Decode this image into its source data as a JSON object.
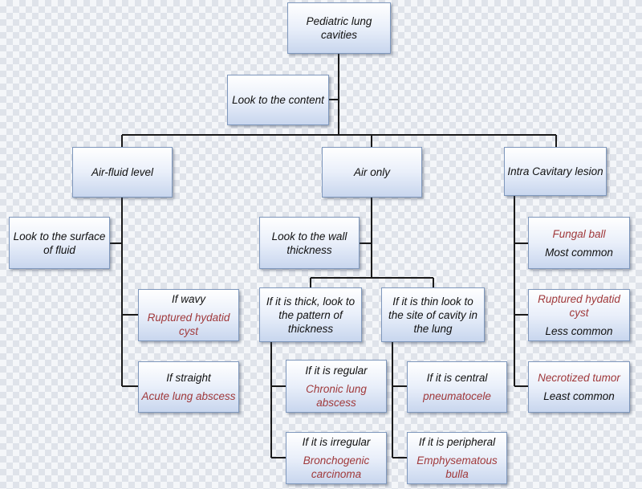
{
  "colors": {
    "text": "#111111",
    "highlight": "#a0393b",
    "box_border": "#7f98bd",
    "connector": "#1a1a1a"
  },
  "nodes": {
    "root": "Pediatric lung cavities",
    "look_content": "Look to the content",
    "air_fluid": "Air-fluid level",
    "air_only": "Air only",
    "intra_cavitary": "Intra Cavitary lesion",
    "surface_fluid": "Look to the surface of fluid",
    "wall_thickness": "Look to the wall thickness",
    "fungal_ball": {
      "finding": "Fungal ball",
      "note": "Most common"
    },
    "wavy": {
      "condition": "If wavy",
      "finding": "Ruptured hydatid cyst"
    },
    "thick": "If it is thick, look to the pattern of thickness",
    "thin": "If it is thin look to the site of cavity in the lung",
    "ruptured_hydatid": {
      "finding": "Ruptured hydatid cyst",
      "note": "Less common"
    },
    "straight": {
      "condition": "If straight",
      "finding": "Acute lung abscess"
    },
    "regular": {
      "condition": "If it is regular",
      "finding": "Chronic lung abscess"
    },
    "central": {
      "condition": "If it is central",
      "finding": "pneumatocele"
    },
    "necrotized": {
      "finding": "Necrotized tumor",
      "note": "Least common"
    },
    "irregular": {
      "condition": "If it is irregular",
      "finding": "Bronchogenic carcinoma"
    },
    "peripheral": {
      "condition": "If it is peripheral",
      "finding": "Emphysematous bulla"
    }
  }
}
